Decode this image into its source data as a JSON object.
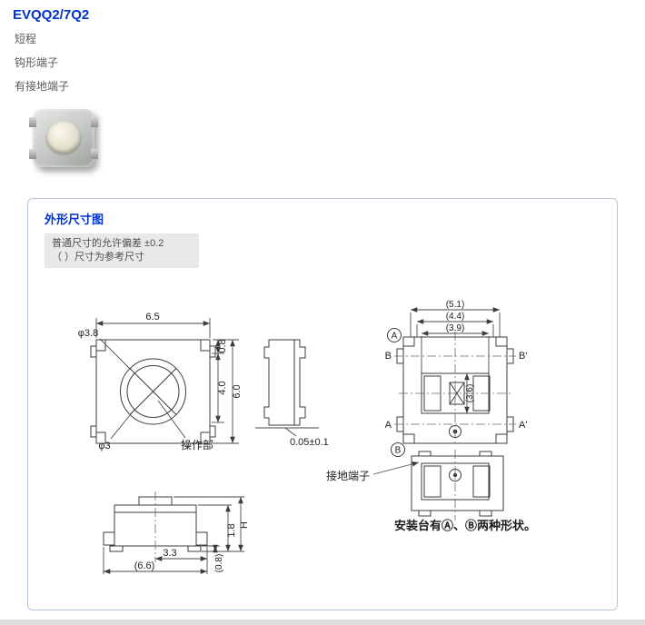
{
  "colors": {
    "accent_blue": "#0033cc"
  },
  "header": {
    "title": "EVQQ2/7Q2",
    "features": [
      "短程",
      "钩形端子",
      "有接地端子"
    ]
  },
  "panel": {
    "heading": "外形尺寸图",
    "tolerance_note_line1": "普通尺寸的允许偏差 ±0.2",
    "tolerance_note_line2": "（ ）尺寸为参考尺寸",
    "mount_note": "安装台有Ⓐ、Ⓑ两种形状。"
  },
  "drawing": {
    "top_view": {
      "width": "6.5",
      "button_dia": "φ3.8",
      "inner_dia": "φ3",
      "offset_top": "0.8",
      "mid_span": "4.0",
      "height": "6.0",
      "operation_label": "操作部"
    },
    "side_view": {
      "standoff": "0.05±0.1"
    },
    "bottom_view_a": {
      "marker": "A",
      "width_outer": "(5.1)",
      "width_mid": "(4.4)",
      "width_inner": "(3.9)",
      "height_inner": "(3.6)",
      "section_b": "B",
      "section_b_prime": "B'",
      "section_a": "A",
      "section_a_prime": "A'"
    },
    "bottom_view_b": {
      "marker": "B",
      "ground_label": "接地端子"
    },
    "front_view": {
      "half_width": "3.3",
      "full_width": "(6.6)",
      "foot_height": "(0.8)",
      "body_height": "1.8",
      "total_height": "H"
    }
  }
}
